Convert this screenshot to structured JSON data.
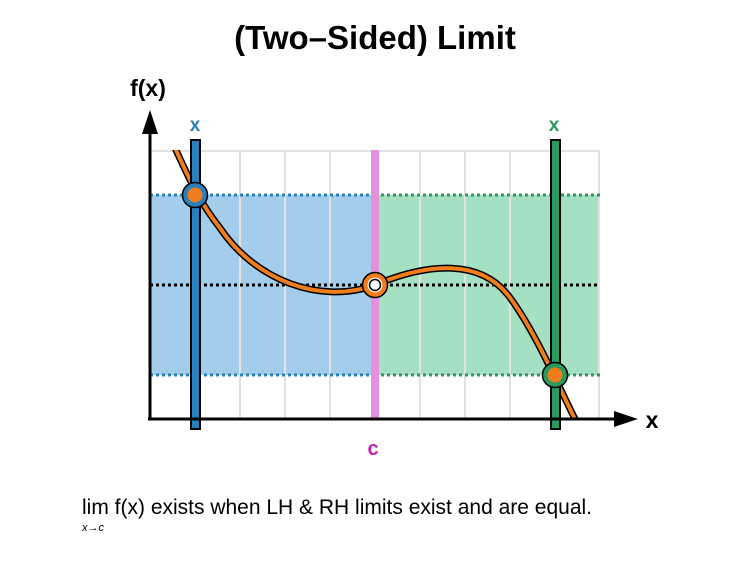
{
  "title": "(Two–Sided) Limit",
  "y_axis_label": "f(x)",
  "x_axis_label": "x",
  "left_marker_label": "x",
  "right_marker_label": "x",
  "c_label": "c",
  "caption": "lim f(x) exists when LH & RH limits exist and are equal.",
  "caption_subscript": "x→c",
  "colors": {
    "left_region": "#a3cdea",
    "right_region": "#a5e0c2",
    "left_marker": "#2a7fbf",
    "right_marker": "#2a9a5e",
    "c_line": "#e58fdf",
    "c_label": "#c21fb5",
    "curve": "#f07c1c",
    "grid": "#e2e2e2",
    "axes": "#000000"
  }
}
